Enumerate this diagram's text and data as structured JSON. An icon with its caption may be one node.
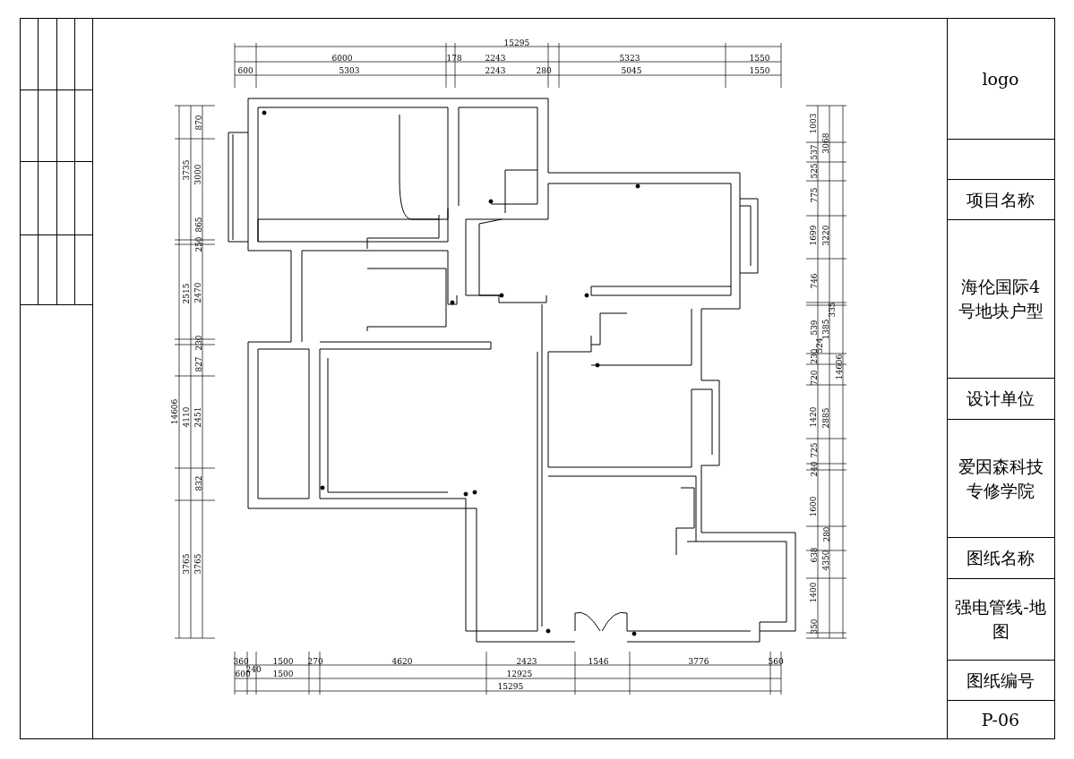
{
  "diagram": {
    "nodes": [
      {
        "text": [
          "logo"
        ]
      },
      {
        "text": [
          "项目名称"
        ]
      },
      {
        "text": [
          "海伦国际4号地块户型"
        ]
      },
      {
        "text": [
          "设计单位"
        ]
      },
      {
        "text": [
          "爱因森科技专修学院"
        ]
      },
      {
        "text": [
          "图纸名称"
        ]
      },
      {
        "text": [
          "强电管线-地图"
        ]
      },
      {
        "text": [
          "图纸编号"
        ]
      },
      {
        "text": [
          "P-06"
        ]
      }
    ],
    "labels": [
      "15295",
      "6000",
      "178",
      "2243",
      "5323",
      "1550",
      "600",
      "5303",
      "2243",
      "280",
      "5045",
      "1550",
      "14606",
      "3735",
      "2515",
      "4110",
      "3765",
      "870",
      "3000",
      "865",
      "250",
      "2470",
      "230",
      "827",
      "2451",
      "832",
      "3765",
      "1003",
      "537",
      "525",
      "775",
      "1699",
      "746",
      "539",
      "230",
      "720",
      "1420",
      "725",
      "240",
      "1600",
      "638",
      "1400",
      "350",
      "3068",
      "3220",
      "335",
      "1385",
      "524",
      "2885",
      "280",
      "4350",
      "14606",
      "360",
      "240",
      "1500",
      "270",
      "4620",
      "2423",
      "1546",
      "3776",
      "560",
      "600",
      "1500",
      "12925",
      "15295"
    ]
  }
}
